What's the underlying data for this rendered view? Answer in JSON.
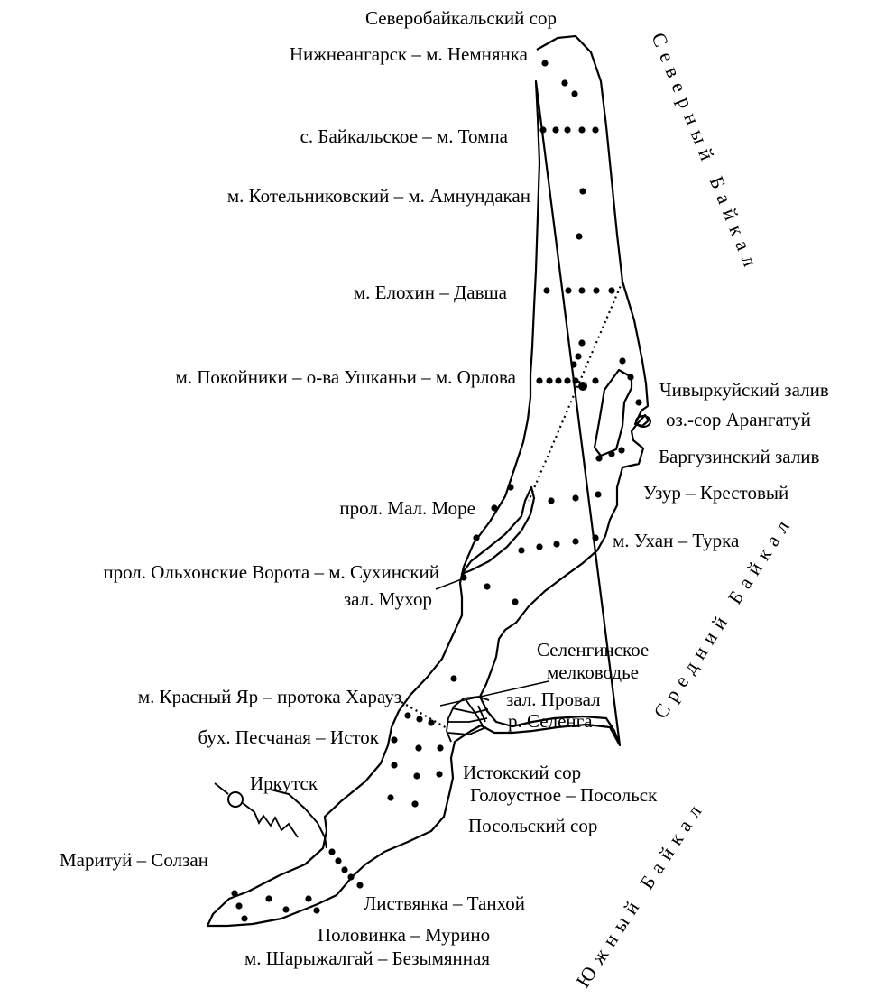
{
  "map": {
    "transect_labels": [
      "Нижнеангарск – м. Немнянка",
      "с. Байкальское – м. Томпа",
      "м. Котельниковский – м. Амнундакан",
      "м. Елохин – Давша",
      "м. Покойники – о-ва Ушканьи – м. Орлова",
      "Узур – Крестовый",
      "м. Ухан – Турка",
      "прол. Ольхонские Ворота – м. Сухинский",
      "м. Красный Яр – протока Харауз",
      "бух. Песчаная – Исток",
      "Голоустное – Посольск",
      "Маритуй – Солзан",
      "Листвянка – Танхой",
      "Половинка – Мурино",
      "м. Шарыжалгай – Безымянная"
    ],
    "place_labels": [
      "Северобайкальский сор",
      "Чивыркуйский залив",
      "оз.-сор Арангатуй",
      "Баргузинский залив",
      "прол. Мал. Море",
      "зал. Мухор",
      "Селенгинское",
      "мелководье",
      "зал. Провал",
      "р. Селенга",
      "Истокский сор",
      "Посольский сор",
      "Иркутск"
    ],
    "region_labels": [
      "Северный Байкал",
      "Средний Байкал",
      "Южный Байкал"
    ]
  }
}
